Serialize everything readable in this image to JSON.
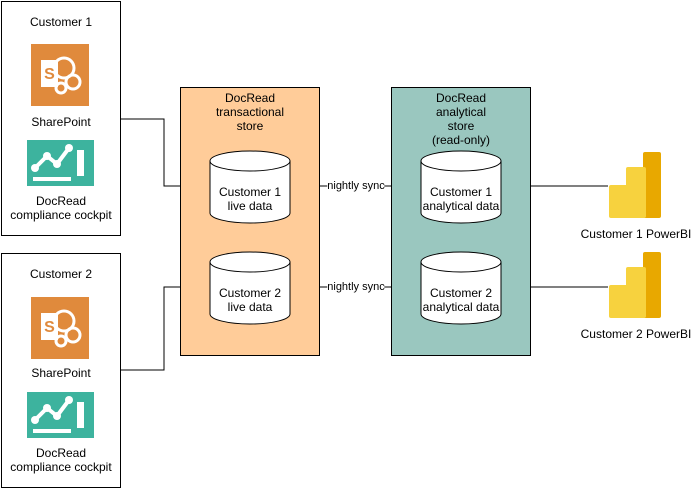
{
  "customers": [
    {
      "title": "Customer 1",
      "apps": [
        {
          "icon": "sharepoint-icon",
          "label": "SharePoint"
        },
        {
          "icon": "compliance-cockpit-icon",
          "label_lines": [
            "DocRead",
            "compliance cockpit"
          ]
        }
      ]
    },
    {
      "title": "Customer 2",
      "apps": [
        {
          "icon": "sharepoint-icon",
          "label": "SharePoint"
        },
        {
          "icon": "compliance-cockpit-icon",
          "label_lines": [
            "DocRead",
            "compliance cockpit"
          ]
        }
      ]
    }
  ],
  "transactional_store": {
    "title_lines": [
      "DocRead",
      "transactional",
      "store"
    ],
    "color": "#FFCC99",
    "databases": [
      {
        "lines": [
          "Customer 1",
          "live data"
        ]
      },
      {
        "lines": [
          "Customer 2",
          "live data"
        ]
      }
    ]
  },
  "analytical_store": {
    "title_lines": [
      "DocRead",
      "analytical",
      "store",
      "(read-only)"
    ],
    "color": "#9AC7BF",
    "databases": [
      {
        "lines": [
          "Customer 1",
          "analytical data"
        ]
      },
      {
        "lines": [
          "Customer 2",
          "analytical data"
        ]
      }
    ]
  },
  "sync_labels": [
    "nightly sync",
    "nightly sync"
  ],
  "powerbi": [
    {
      "icon": "powerbi-icon",
      "label": "Customer 1 PowerBI"
    },
    {
      "icon": "powerbi-icon",
      "label": "Customer 2 PowerBI"
    }
  ],
  "colors": {
    "sharepoint": "#E08A3C",
    "cockpit": "#3DB39E",
    "powerbi_dark": "#E8A800",
    "powerbi_light": "#F7D23E"
  }
}
